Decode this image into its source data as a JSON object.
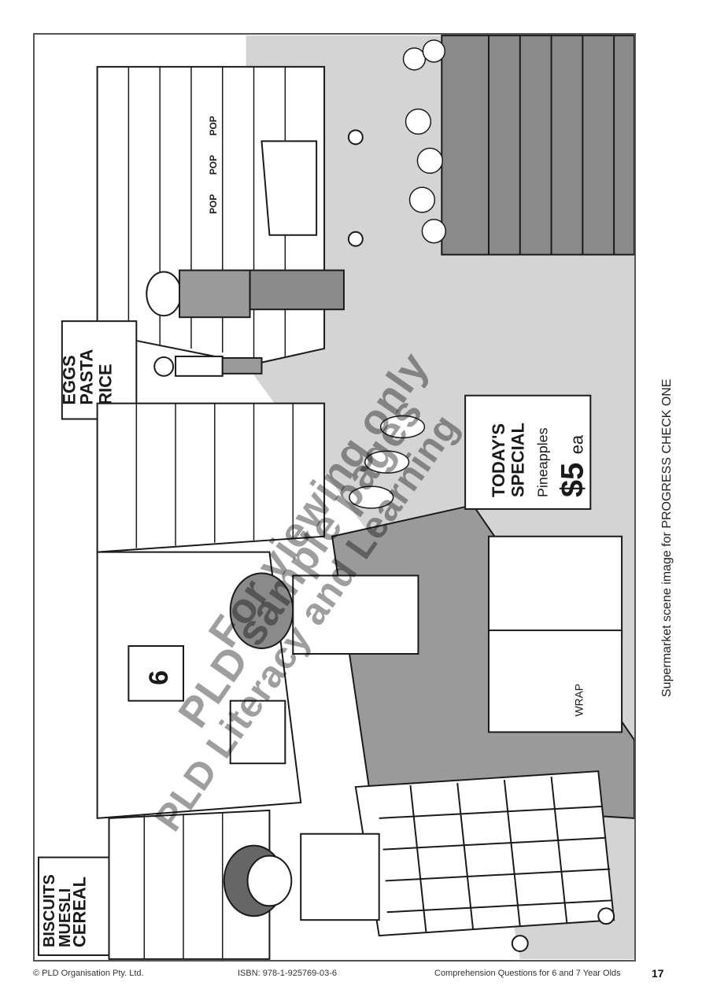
{
  "signs": {
    "cereal": [
      "CEREAL",
      "MUESLI",
      "BISCUITS"
    ],
    "rice": [
      "RICE",
      "PASTA",
      "EGGS"
    ],
    "special_title": [
      "TODAY'S",
      "SPECIAL"
    ],
    "special_item": "Pineapples",
    "special_price": "$5",
    "special_unit": "ea",
    "pop": "POP",
    "register_number": "6",
    "bag_label": "WRAP"
  },
  "caption": "Supermarket scene image for PROGRESS CHECK ONE",
  "watermark": {
    "line1": "For viewing only",
    "line2": "PLD sample pages",
    "line3": "PLD Literacy and Learning"
  },
  "footer": {
    "copyright": "© PLD Organisation Pty. Ltd.",
    "isbn": "ISBN: 978-1-925769-03-6",
    "book_title": "Comprehension Questions for 6 and 7 Year Olds",
    "page_number": "17"
  },
  "colors": {
    "floor_gray": "#d0d0d0",
    "dark_gray": "#8a8a8a",
    "ink": "#1a1a1a"
  }
}
